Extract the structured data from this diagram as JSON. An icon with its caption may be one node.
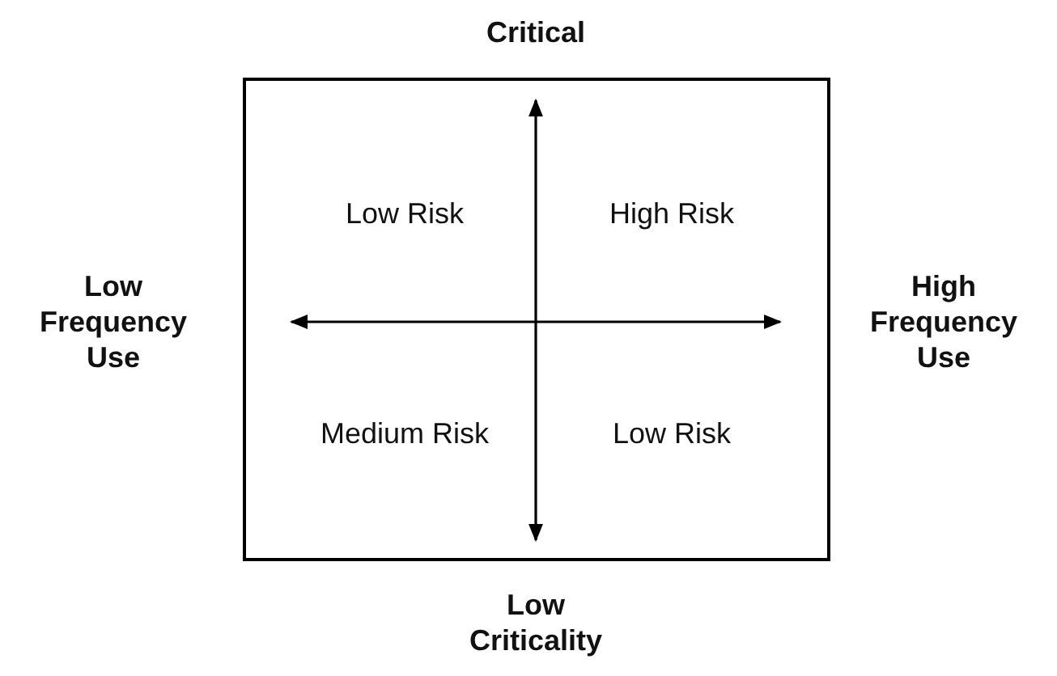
{
  "diagram": {
    "nodes": [
      {
        "text": [
          "Low Risk",
          "High Risk",
          "Medium Risk",
          "Low Risk"
        ]
      }
    ],
    "labels": [
      "Critical",
      "Low Frequency Use",
      "High Frequency Use",
      "Low Criticality"
    ]
  }
}
